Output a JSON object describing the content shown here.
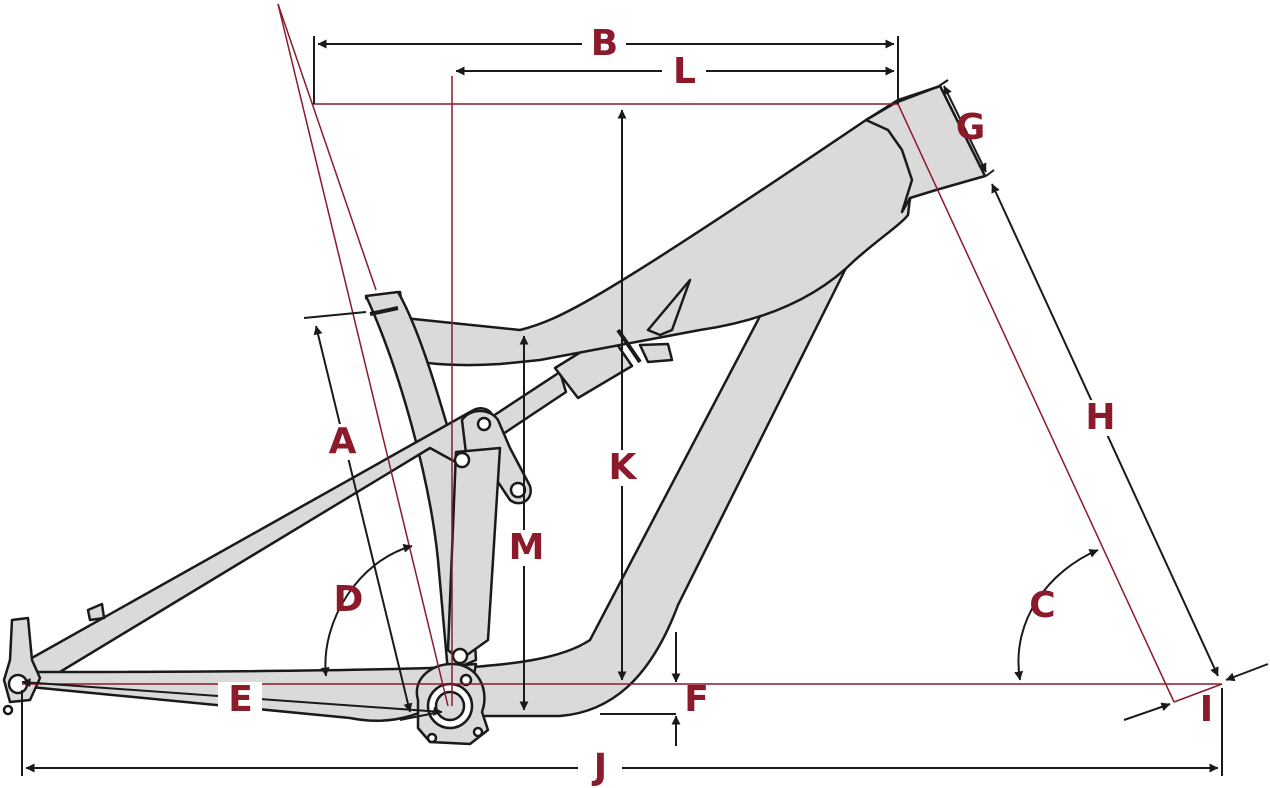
{
  "diagram": {
    "colors": {
      "accent": "#8b1a2b",
      "frame_fill": "#dadada",
      "outline": "#1a1a1a"
    },
    "labels": {
      "A": "A",
      "B": "B",
      "C": "C",
      "D": "D",
      "E": "E",
      "F": "F",
      "G": "G",
      "H": "H",
      "I": "I",
      "J": "J",
      "K": "K",
      "L": "L",
      "M": "M"
    }
  }
}
